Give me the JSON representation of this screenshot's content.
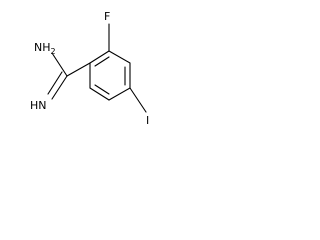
{
  "molecule": {
    "atoms": {
      "fluorine": "F",
      "amine": "NH",
      "amine_subscript": "2",
      "imine": "HN",
      "iodine": "I"
    }
  }
}
